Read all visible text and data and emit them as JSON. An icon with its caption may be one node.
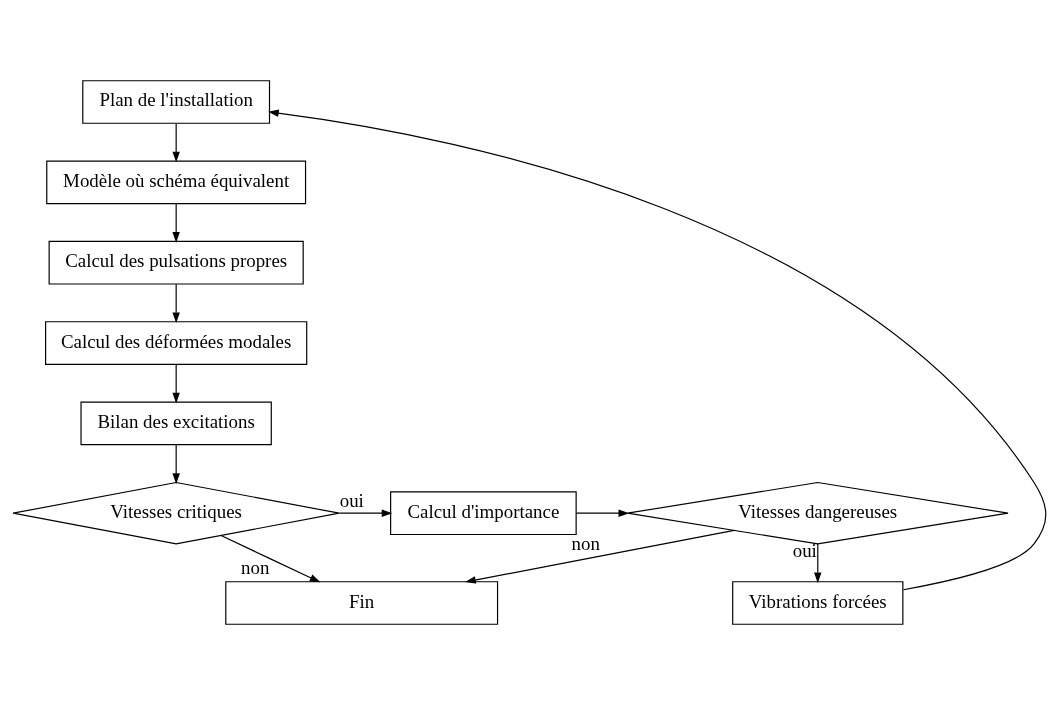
{
  "diagram": {
    "nodes": [
      {
        "text": [
          "Plan de l'installation"
        ]
      },
      {
        "text": [
          "Modèle où schéma équivalent"
        ]
      },
      {
        "text": [
          "Calcul des pulsations propres"
        ]
      },
      {
        "text": [
          "Calcul des déformées modales"
        ]
      },
      {
        "text": [
          "Bilan des excitations"
        ]
      },
      {
        "text": [
          "Vitesses critiques"
        ]
      },
      {
        "text": [
          "Calcul d'importance"
        ]
      },
      {
        "text": [
          "Vitesses dangereuses"
        ]
      },
      {
        "text": [
          "Vibrations forcées"
        ]
      },
      {
        "text": [
          "Fin"
        ]
      }
    ],
    "edges": [
      {
        "from": 0,
        "to": 1,
        "arrow": "to"
      },
      {
        "from": 1,
        "to": 2,
        "arrow": "to"
      },
      {
        "from": 2,
        "to": 3,
        "arrow": "to"
      },
      {
        "from": 3,
        "to": 4,
        "arrow": "to"
      },
      {
        "from": 4,
        "to": 5,
        "arrow": "to"
      },
      {
        "from": 5,
        "to": 6,
        "arrow": "to",
        "label": "oui"
      },
      {
        "from": 5,
        "to": 9,
        "arrow": "to",
        "label": "non"
      },
      {
        "from": 6,
        "to": 7,
        "arrow": "to"
      },
      {
        "from": 7,
        "to": 8,
        "arrow": "to",
        "label": "oui"
      },
      {
        "from": 8,
        "to": 0,
        "arrow": "to"
      },
      {
        "from": 7,
        "to": 9,
        "arrow": "to",
        "label": "non"
      }
    ]
  }
}
